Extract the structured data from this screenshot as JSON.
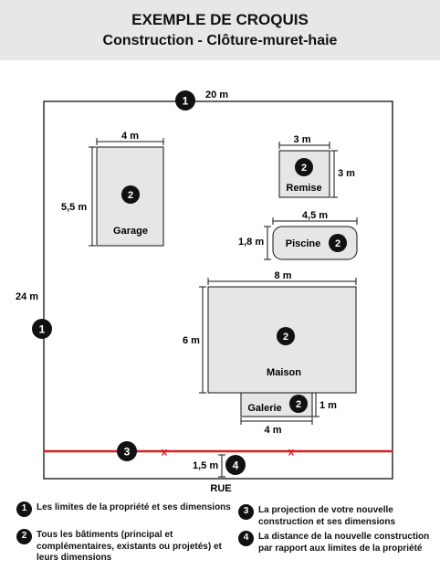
{
  "header": {
    "title": "EXEMPLE DE CROQUIS",
    "subtitle": "Construction - Clôture-muret-haie"
  },
  "property": {
    "width_label": "20 m",
    "height_label": "24 m",
    "width_badge": "1",
    "height_badge": "1"
  },
  "garage": {
    "label": "Garage",
    "width_label": "4 m",
    "height_label": "5,5 m",
    "badge": "2"
  },
  "remise": {
    "label": "Remise",
    "width_label": "3 m",
    "height_label": "3 m",
    "badge": "2"
  },
  "piscine": {
    "label": "Piscine",
    "width_label": "4,5 m",
    "height_label": "1,8 m",
    "badge": "2"
  },
  "maison": {
    "label": "Maison",
    "width_label": "8 m",
    "height_label": "6 m",
    "badge": "2"
  },
  "galerie": {
    "label": "Galerie",
    "width_label": "4 m",
    "height_label": "1 m",
    "badge": "2"
  },
  "projection": {
    "badge": "3",
    "marker_left": "x",
    "marker_right": "x"
  },
  "distance": {
    "label": "1,5 m",
    "badge": "4"
  },
  "street": {
    "label": "RUE"
  },
  "colors": {
    "projection_line": "#e01b1b",
    "header_bg": "#e9e7e6",
    "building_fill": "#e6e6e6"
  },
  "legend": [
    {
      "num": "1",
      "text": "Les limites de la propriété et ses dimensions"
    },
    {
      "num": "2",
      "text": "Tous les bâtiments (principal et complémentaires, existants ou projetés) et leurs dimensions"
    },
    {
      "num": "3",
      "text": "La projection de votre nouvelle construction et ses dimensions"
    },
    {
      "num": "4",
      "text": "La distance de la nouvelle construction par rapport aux limites de la propriété"
    }
  ]
}
